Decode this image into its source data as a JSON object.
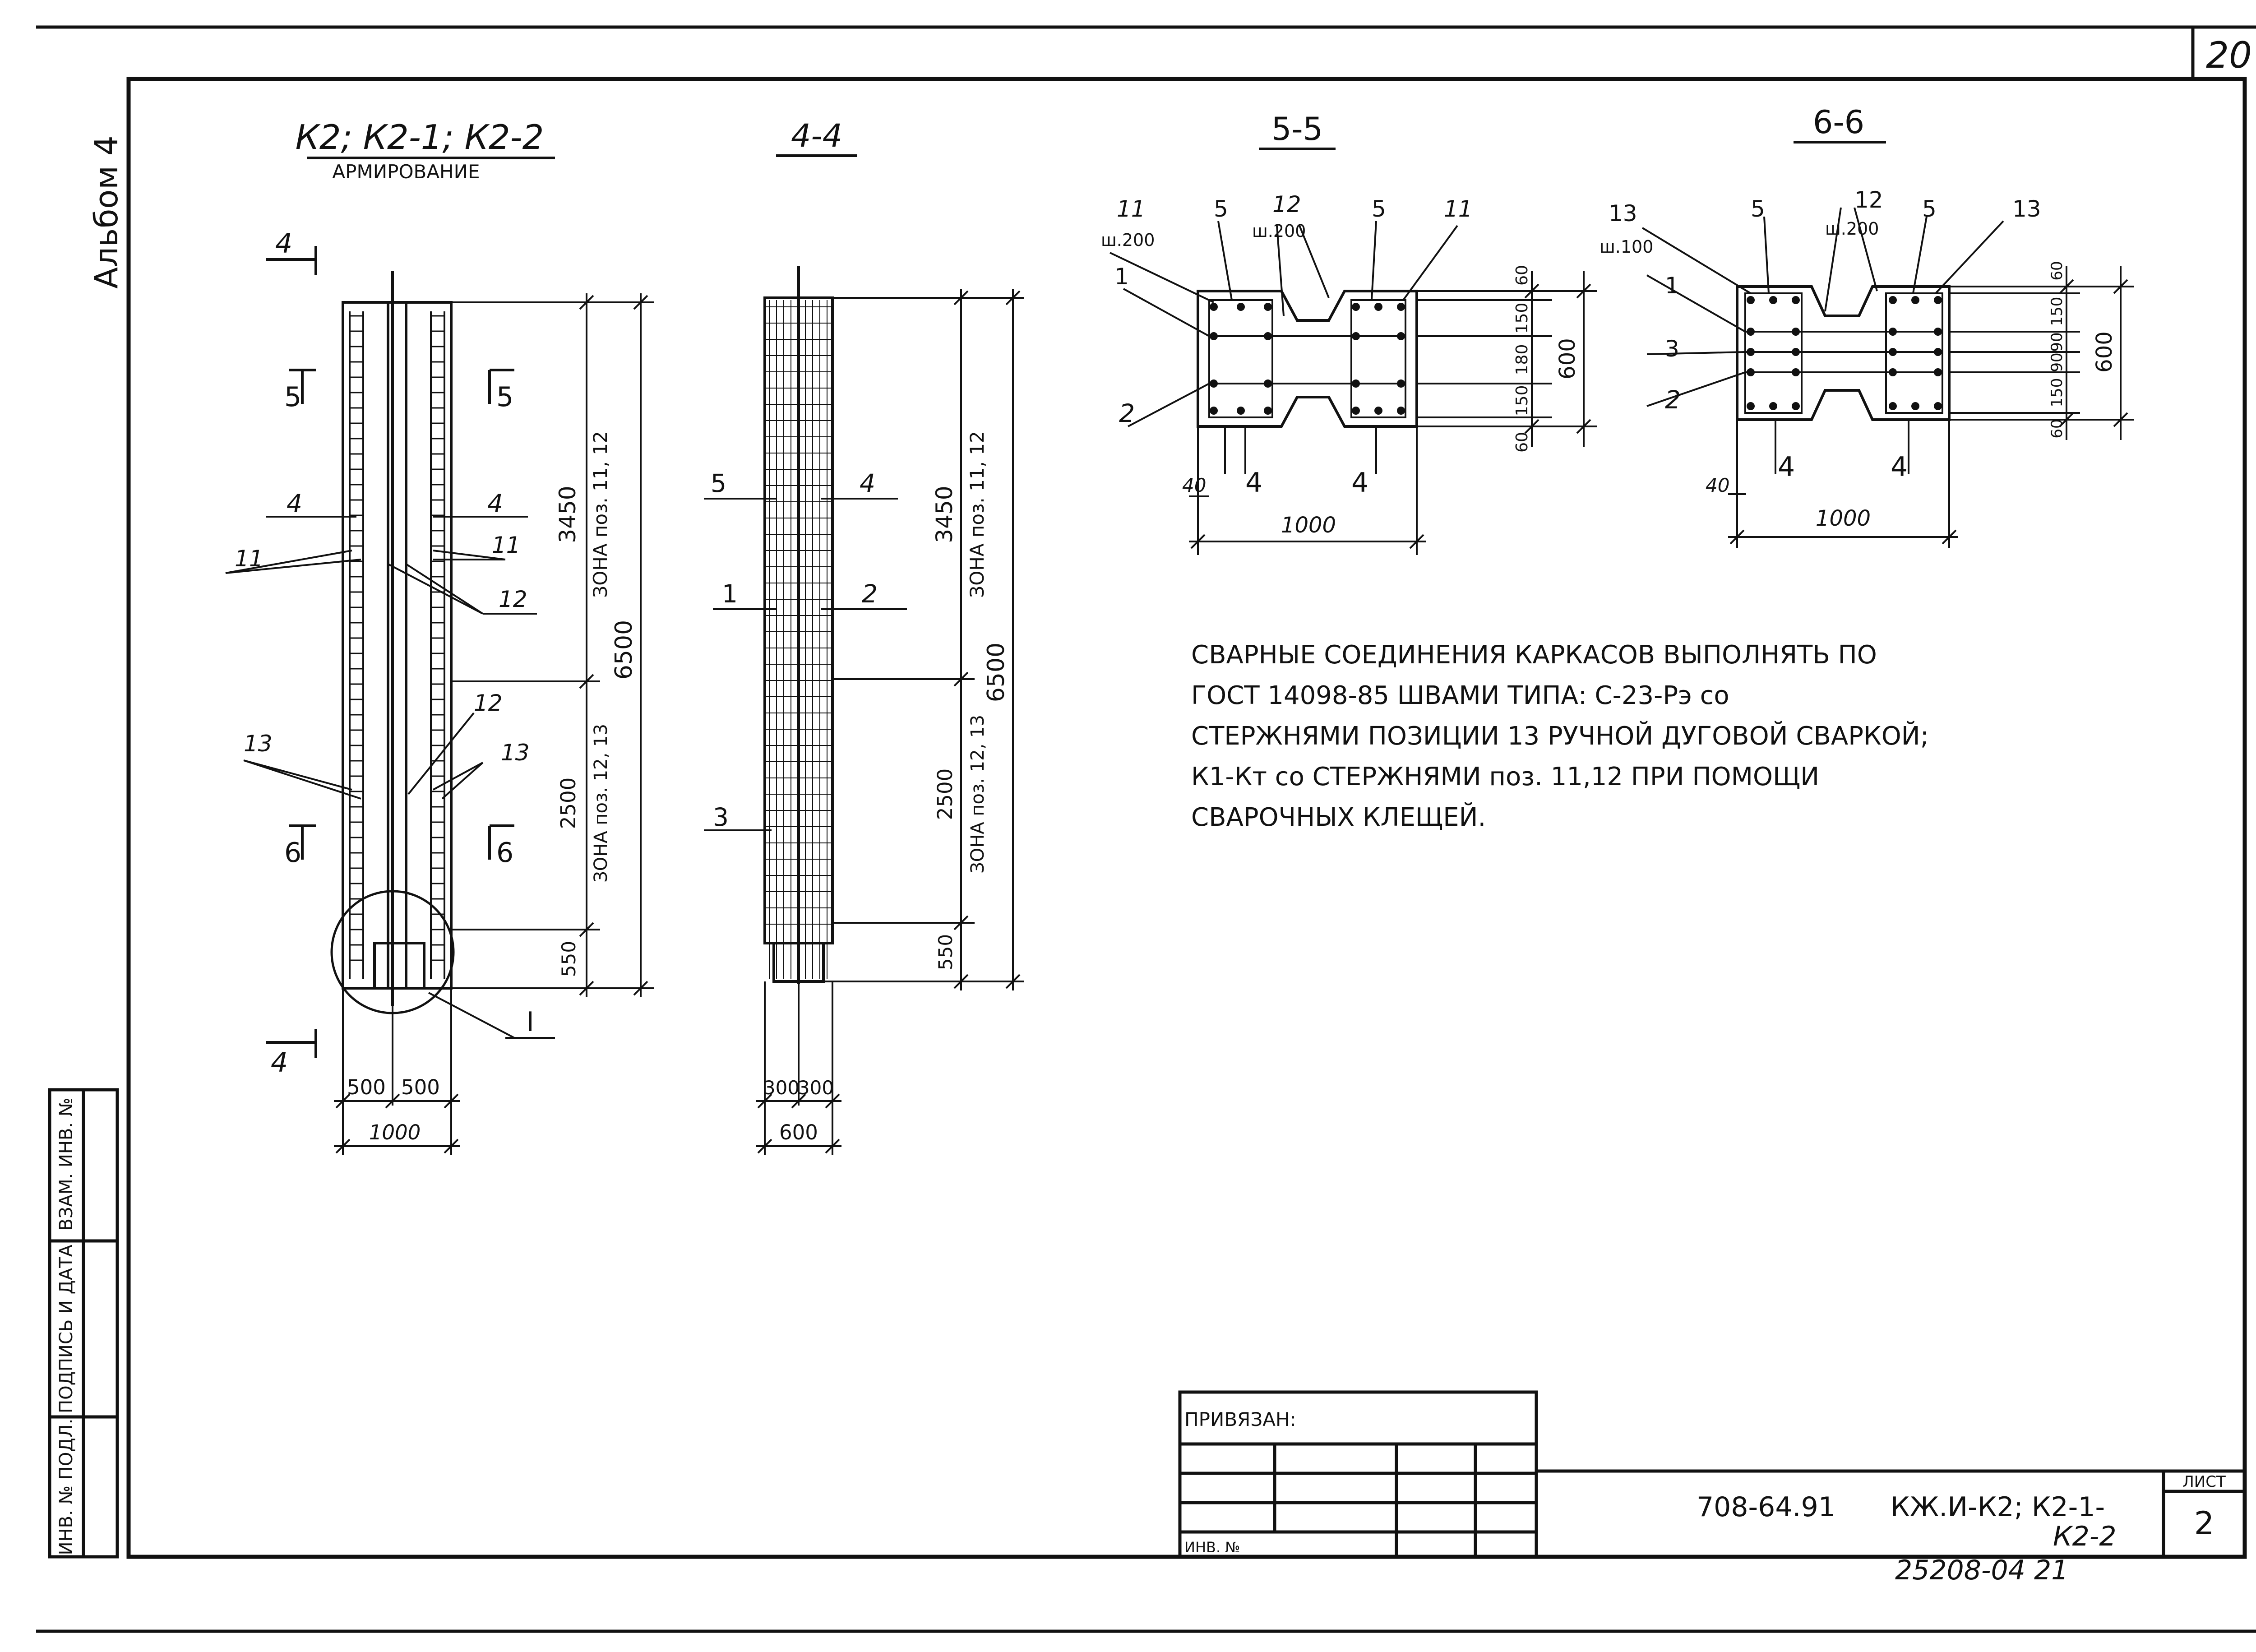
{
  "sheet": {
    "page_number": "20",
    "album": "Альбом 4"
  },
  "views": {
    "elevation": {
      "title": "К2; К2-1; К2-2",
      "subtitle": "АРМИРОВАНИЕ",
      "section_marks": [
        "4",
        "4",
        "5",
        "5",
        "6",
        "6"
      ],
      "callouts": [
        "4",
        "4",
        "11",
        "11",
        "12",
        "12",
        "13",
        "13",
        "I"
      ],
      "dims_vertical": [
        "3450",
        "ЗОНА поз. 11, 12",
        "2500",
        "ЗОНА поз. 12, 13",
        "550",
        "6500"
      ],
      "dims_bottom": [
        "500",
        "500",
        "1000"
      ]
    },
    "section_4_4": {
      "title": "4-4",
      "callouts": [
        "5",
        "4",
        "1",
        "2",
        "3"
      ],
      "dims_vertical": [
        "3450",
        "ЗОНА поз. 11, 12",
        "2500",
        "ЗОНА поз. 12, 13",
        "550",
        "6500"
      ],
      "dims_bottom": [
        "300",
        "300",
        "600"
      ]
    },
    "section_5_5": {
      "title": "5-5",
      "callouts": [
        "11",
        "5",
        "12",
        "5",
        "11",
        "1",
        "2",
        "40",
        "4",
        "4"
      ],
      "spacing": [
        "ш.200",
        "ш.200"
      ],
      "dims_right": [
        "60",
        "150",
        "180",
        "150",
        "60",
        "600"
      ],
      "dims_bottom": [
        "1000"
      ]
    },
    "section_6_6": {
      "title": "6-6",
      "callouts": [
        "13",
        "5",
        "12",
        "5",
        "13",
        "1",
        "3",
        "2",
        "40",
        "4",
        "4"
      ],
      "spacing": [
        "ш.100",
        "ш.200"
      ],
      "dims_right": [
        "60",
        "150",
        "90",
        "90",
        "150",
        "60",
        "600"
      ],
      "dims_bottom": [
        "1000"
      ]
    }
  },
  "note": {
    "lines": [
      "СВАРНЫЕ СОЕДИНЕНИЯ КАРКАСОВ ВЫПОЛНЯТЬ ПО",
      "ГОСТ 14098-85 ШВАМИ ТИПА: С-23-Рэ со",
      "СТЕРЖНЯМИ ПОЗИЦИИ 13 РУЧНОЙ ДУГОВОЙ СВАРКОЙ;",
      "К1-Кт со СТЕРЖНЯМИ поз. 11,12 ПРИ ПОМОЩИ",
      "СВАРОЧНЫХ КЛЕЩЕЙ."
    ]
  },
  "stamp": {
    "privyazan": "ПРИВЯЗАН:",
    "inv_no": "ИНВ. №",
    "code": "708-64.91",
    "designation_line1": "КЖ.И-К2; К2-1-",
    "designation_line2": "К2-2",
    "sheet_label": "ЛИСТ",
    "sheet_number": "2",
    "bottom_code": "25208-04 21"
  },
  "side_stamp": {
    "cells": [
      "ИНВ. № ПОДЛ.",
      "ПОДПИСЬ И ДАТА",
      "ВЗАМ. ИНВ. №"
    ]
  }
}
